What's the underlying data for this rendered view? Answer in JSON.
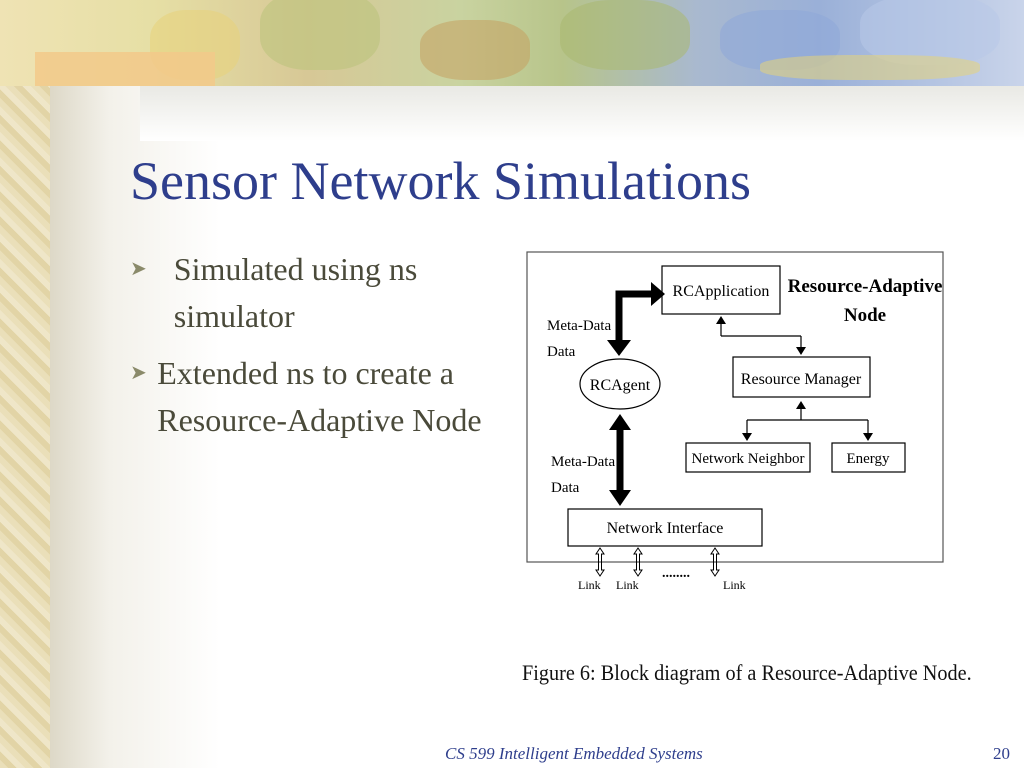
{
  "slide": {
    "title": "Sensor Network Simulations",
    "bullets": [
      {
        "text": "Simulated using ns simulator"
      },
      {
        "text": "Extended ns to create a Resource-Adaptive Node"
      }
    ]
  },
  "figure": {
    "title_line1": "Resource-Adaptive",
    "title_line2": "Node",
    "nodes": {
      "rcapplication": "RCApplication",
      "rcagent": "RCAgent",
      "resource_manager": "Resource Manager",
      "network_neighbor": "Network Neighbor",
      "energy": "Energy",
      "network_interface": "Network Interface"
    },
    "labels": {
      "meta_data_1_line1": "Meta-Data",
      "meta_data_1_line2": "Data",
      "meta_data_2_line1": "Meta-Data",
      "meta_data_2_line2": "Data",
      "link1": "Link",
      "link2": "Link",
      "link3": "Link",
      "ellipsis": "........"
    },
    "caption": "Figure 6: Block diagram of a Resource-Adaptive Node."
  },
  "footer": {
    "course": "CS 599 Intelligent Embedded Systems",
    "page": "20"
  },
  "colors": {
    "title": "#2e3e8c",
    "body_text": "#4a4a3a",
    "footer": "#2e3e8c"
  }
}
